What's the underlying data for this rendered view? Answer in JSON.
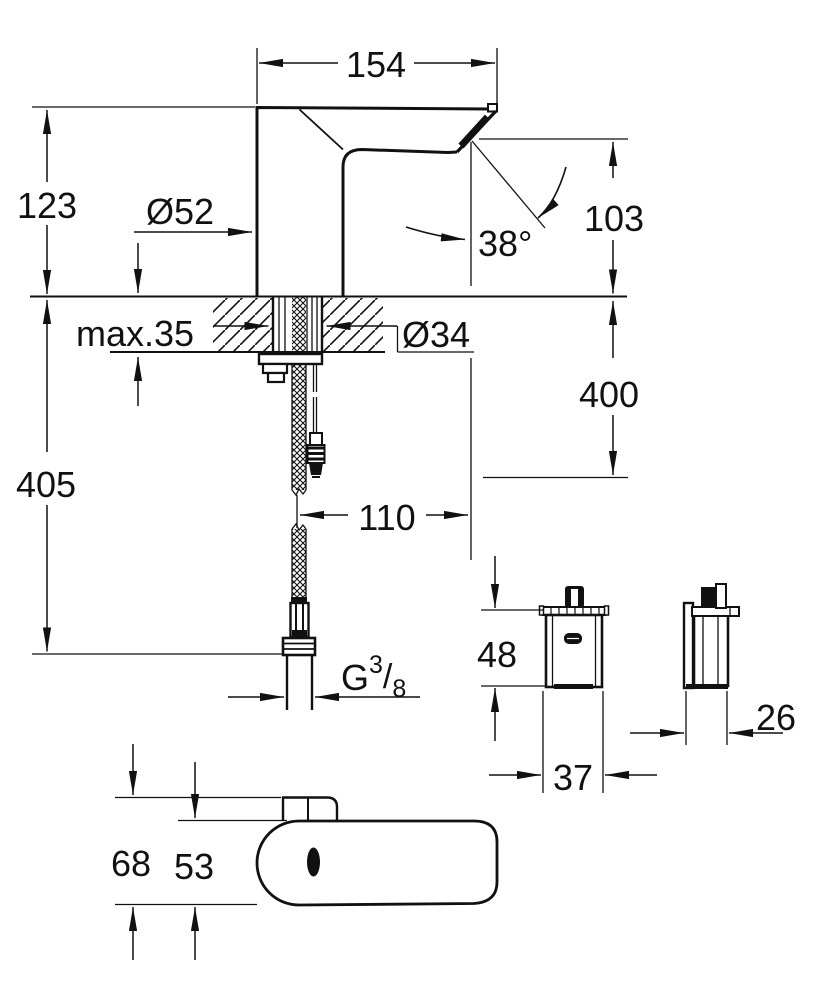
{
  "colors": {
    "line": "#111111",
    "background": "#ffffff"
  },
  "dims": {
    "spout_projection": "154",
    "spout_height": "123",
    "base_diameter": "Ø52",
    "spout_angle": "38°",
    "outlet_height": "103",
    "deck_thickness": "max.35",
    "hole_diameter": "Ø34",
    "cable_length": "400",
    "hose_length": "405",
    "outlet_offset": "110",
    "box_height": "48",
    "box_width": "37",
    "box_depth": "26",
    "total_depth": "68",
    "body_depth": "53",
    "thread": {
      "g": "G",
      "numerator": "3",
      "slash": "/",
      "denominator": "8"
    }
  }
}
